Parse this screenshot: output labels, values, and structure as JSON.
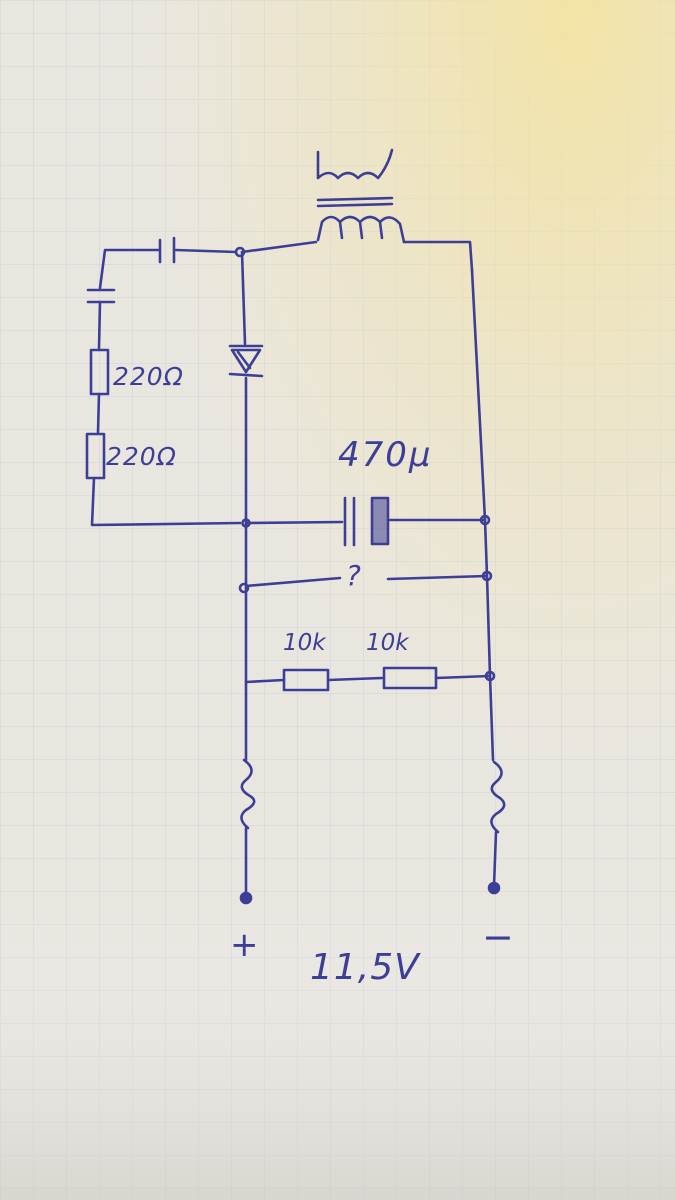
{
  "labels": {
    "resistor_1": "220Ω",
    "resistor_2": "220Ω",
    "capacitor": "470µ",
    "unknown": "?",
    "resistor_3": "10k",
    "resistor_4": "10k",
    "positive": "+",
    "negative": "−",
    "voltage": "11,5V"
  },
  "colors": {
    "ink": "#3d3f96",
    "paper": "#e9e6e0",
    "grid": "#cdd3dc",
    "highlight": "#f3e3a2"
  }
}
